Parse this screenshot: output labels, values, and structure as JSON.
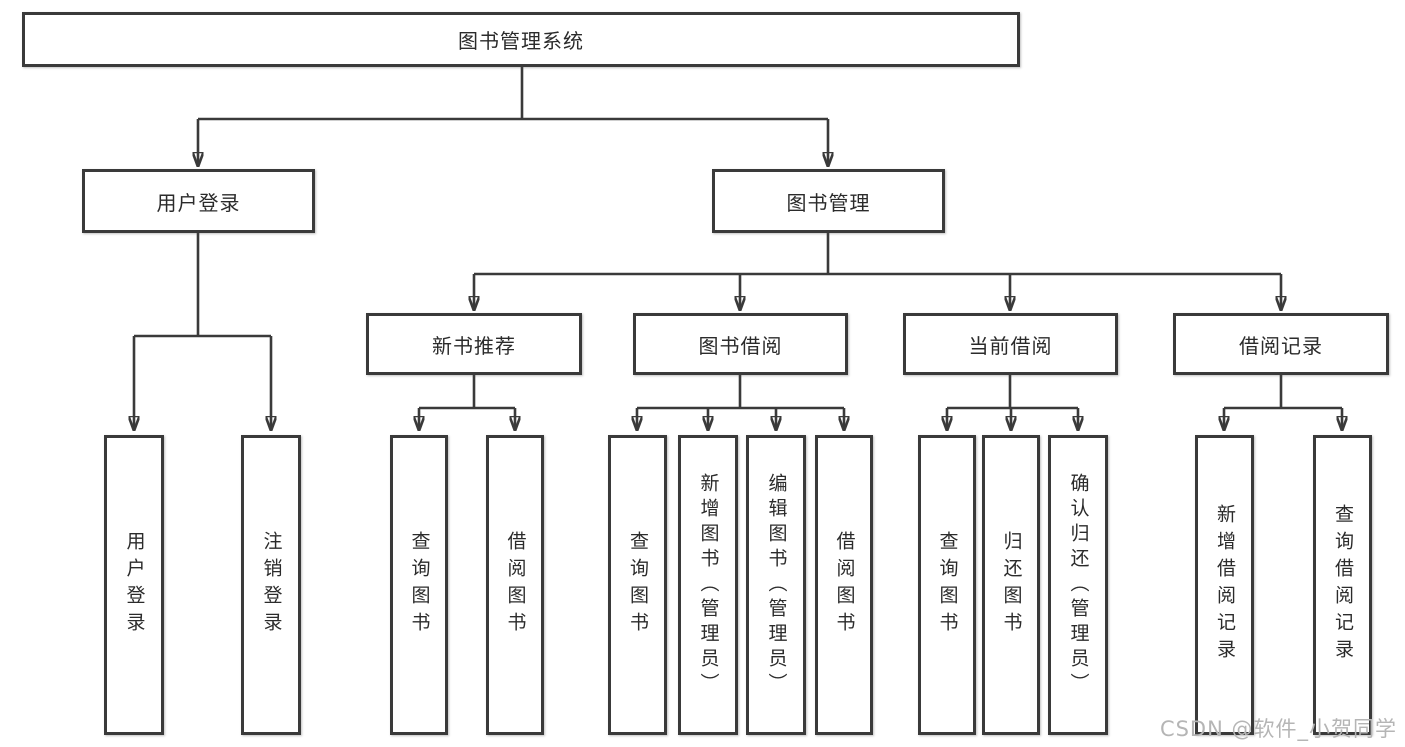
{
  "diagram": {
    "title": "图书管理系统",
    "root": {
      "label": "图书管理系统"
    },
    "level2": [
      {
        "label": "用户登录"
      },
      {
        "label": "图书管理"
      }
    ],
    "level3": [
      {
        "label": "新书推荐"
      },
      {
        "label": "图书借阅"
      },
      {
        "label": "当前借阅"
      },
      {
        "label": "借阅记录"
      }
    ],
    "leaves": {
      "user_login": [
        "用户登录",
        "注销登录"
      ],
      "new_books": [
        "查询图书",
        "借阅图书"
      ],
      "book_borrow": [
        "查询图书",
        "新增图书（管理员）",
        "编辑图书（管理员）",
        "借阅图书"
      ],
      "current_borrow": [
        "查询图书",
        "归还图书",
        "确认归还（管理员）"
      ],
      "borrow_records": [
        "新增借阅记录",
        "查询借阅记录"
      ]
    }
  },
  "watermark": "CSDN @软件_小贺同学",
  "colors": {
    "line": "#3a3a3a",
    "border": "#3a3a3a",
    "text": "#2b2b2b",
    "watermark": "#b5b5b5",
    "background": "#ffffff"
  }
}
